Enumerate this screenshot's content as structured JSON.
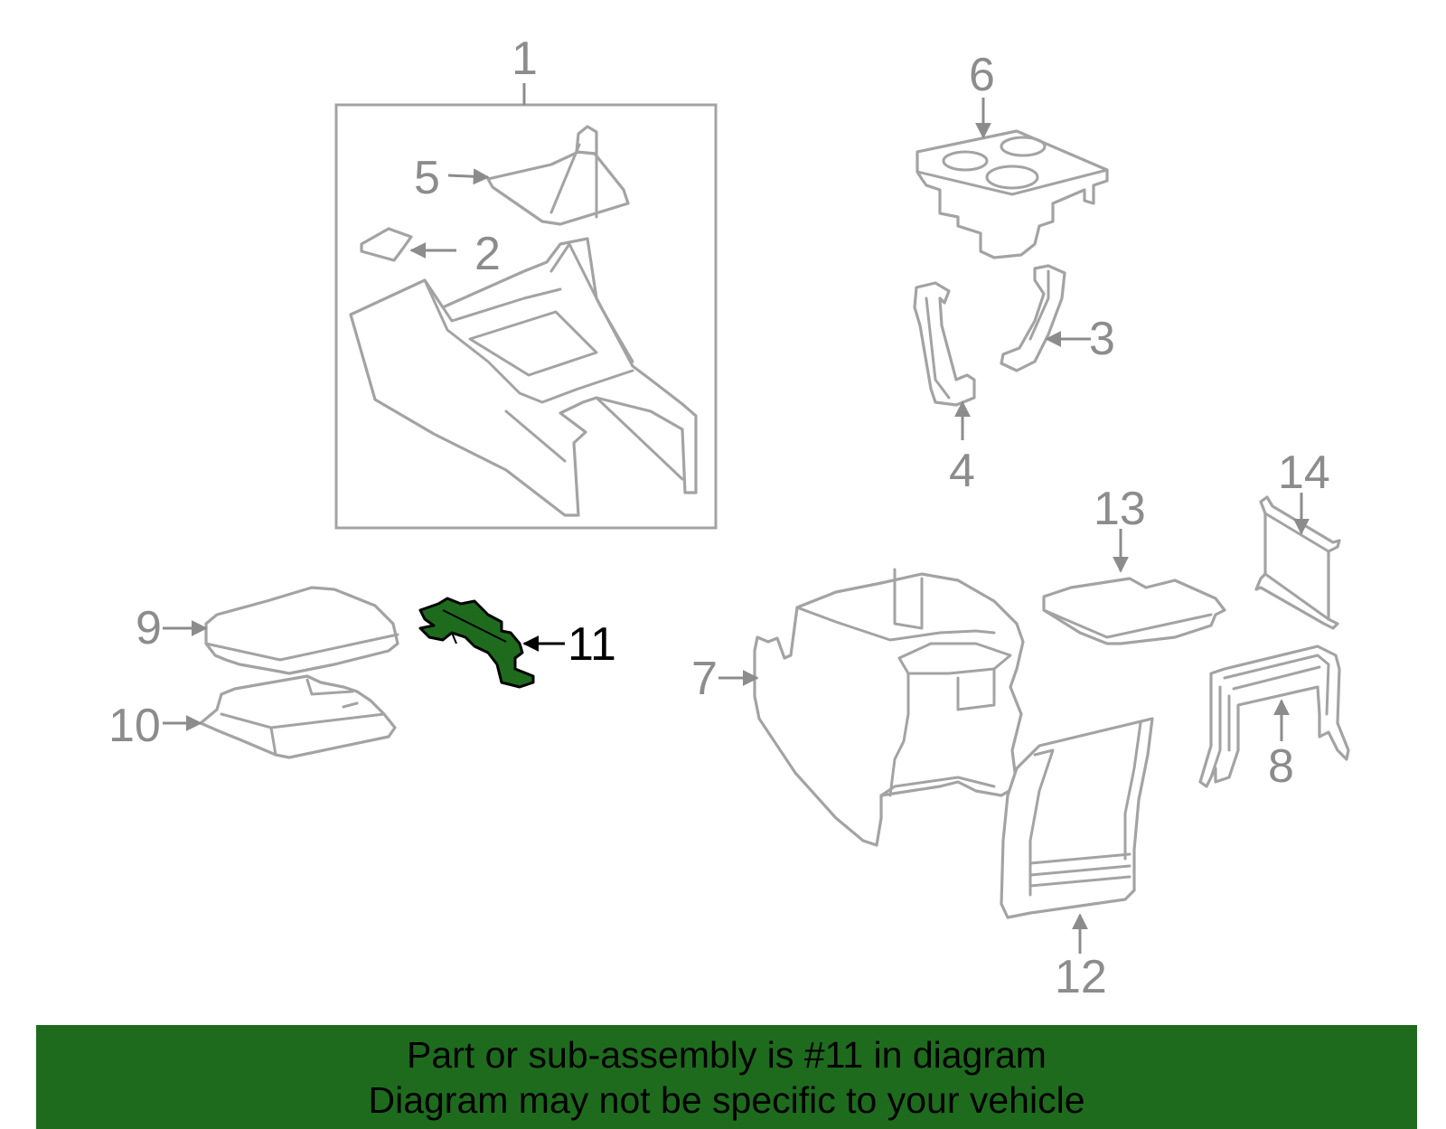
{
  "diagram": {
    "callouts": [
      {
        "id": "1",
        "label": "1"
      },
      {
        "id": "2",
        "label": "2"
      },
      {
        "id": "3",
        "label": "3"
      },
      {
        "id": "4",
        "label": "4"
      },
      {
        "id": "5",
        "label": "5"
      },
      {
        "id": "6",
        "label": "6"
      },
      {
        "id": "7",
        "label": "7"
      },
      {
        "id": "8",
        "label": "8"
      },
      {
        "id": "9",
        "label": "9"
      },
      {
        "id": "10",
        "label": "10"
      },
      {
        "id": "11",
        "label": "11"
      },
      {
        "id": "12",
        "label": "12"
      },
      {
        "id": "13",
        "label": "13"
      },
      {
        "id": "14",
        "label": "14"
      }
    ],
    "highlighted_part": "11",
    "colors": {
      "highlight": "#1e6b1e",
      "line": "#a3a3a3",
      "label": "#8c8c8c"
    }
  },
  "banner": {
    "line1": "Part or sub-assembly is #11 in diagram",
    "line2": "Diagram may not be specific to your vehicle"
  }
}
